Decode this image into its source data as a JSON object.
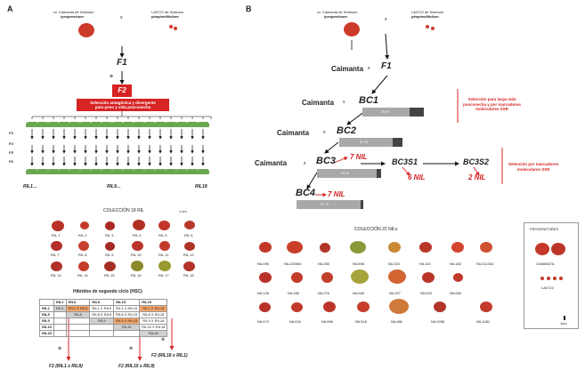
{
  "panelA": {
    "letter": "A",
    "parent1": {
      "line1": "cv. Caimanta de Solanum",
      "line2": "lycopersicum"
    },
    "cross": "x",
    "parent2": {
      "line1": "LA0722 de Solanum",
      "line2": "pimpinellifolium"
    },
    "f1": "F1",
    "self_symbol": "⊗",
    "f2": "F2",
    "selection_box": {
      "line1": "Selección antagónica y divergente",
      "line2": "para peso y vida poscosecha"
    },
    "gens": [
      "F3",
      "F4",
      "F5",
      "F6"
    ],
    "ril_labels": {
      "first": "RIL1…",
      "middle": "RIL9…",
      "last": "RIL18"
    },
    "collection_title": "COLECCIÓN 18 RIL",
    "scale": "1 cm",
    "rils": [
      "RIL 1",
      "RIL 2",
      "RIL 3",
      "RIL 4",
      "RIL 5",
      "RIL 6",
      "RIL 7",
      "RIL 8",
      "RIL 9",
      "RIL 10",
      "RIL 11",
      "RIL 12",
      "RIL 13",
      "RIL 14",
      "RIL 15",
      "RIL 16",
      "RIL 17",
      "RIL 18"
    ],
    "hsc_title": "Híbridos de segundo ciclo (HSC)",
    "hsc_headers": [
      "RIL1",
      "RIL8",
      "RIL9",
      "RIL15",
      "RIL18"
    ],
    "hsc_rows": [
      {
        "head": "RIL1",
        "cells": [
          "RIL1",
          "RIL1 X RIL8",
          "RIL1 X RIL9",
          "RIL1 X RIL15",
          "RIL1 X RIL18"
        ]
      },
      {
        "head": "RIL8",
        "cells": [
          "",
          "RIL8",
          "RIL8 X RIL9",
          "RIL8 X RIL15",
          "RIL8 X RIL18"
        ]
      },
      {
        "head": "RIL9",
        "cells": [
          "",
          "",
          "RIL9",
          "RIL9 X RIL15",
          "RIL9 X RIL18"
        ]
      },
      {
        "head": "RIL15",
        "cells": [
          "",
          "",
          "",
          "RIL15",
          "RIL15 X RIL18"
        ]
      },
      {
        "head": "RIL18",
        "cells": [
          "",
          "",
          "",
          "",
          "RIL18"
        ]
      }
    ],
    "f2_labels": [
      "F2 (RIL1 x RIL8)",
      "F2 (RIL15 x RIL9)",
      "F2 (RIL18 x RIL1)"
    ]
  },
  "panelB": {
    "letter": "B",
    "parent1": {
      "line1": "cv. Caimanta de Solanum",
      "line2": "lycopersicum"
    },
    "cross": "x",
    "parent2": {
      "line1": "LA0722 de Solanum",
      "line2": "pimpinellifolium"
    },
    "caimanta": "Caimanta",
    "f1": "F1",
    "bc1": "BC1",
    "bc2": "BC2",
    "bc3": "BC3",
    "bc4": "BC4",
    "bc3s1": "BC3S1",
    "bc3s2": "BC3S2",
    "percents": {
      "bc1": "75 %",
      "bc2": "87 %",
      "bc3": "94 %",
      "bc4": "97 %"
    },
    "nil_counts": {
      "bc3": "7 NIL",
      "s1": "6 NIL",
      "s2": "2 NIL",
      "bc4": "7 NIL"
    },
    "sel1": {
      "line1": "Selección para larga vida",
      "line2": "poscosecha y por marcadores",
      "line3": "moleculares SSR"
    },
    "sel2": {
      "line1": "Selección por marcadores",
      "line2": "moleculares SSR"
    },
    "collection_title": "COLECCIÓN 22 NILs",
    "nils": [
      "NIL095",
      "NIL220060",
      "NIL255",
      "NIL598",
      "NIL320",
      "NIL115",
      "NIL182",
      "NIL211044",
      "NIL128",
      "NIL286",
      "NIL276",
      "NIL045",
      "NIL327",
      "NIL003",
      "NIL069",
      "NIL073",
      "NIL634",
      "NIL596",
      "NIL518",
      "NIL080",
      "NIL0038",
      "NIL1081"
    ],
    "progenitores_title": "PROGENITORES",
    "progenitores": [
      "CAIMANTA",
      "LA0722"
    ],
    "scale": "1cm"
  },
  "colors": {
    "red": "#d62323",
    "tomato": "#c9302c",
    "grey_bar": "#a8a8a8",
    "dark_bar": "#444444",
    "highlight": "#f4a56a"
  }
}
